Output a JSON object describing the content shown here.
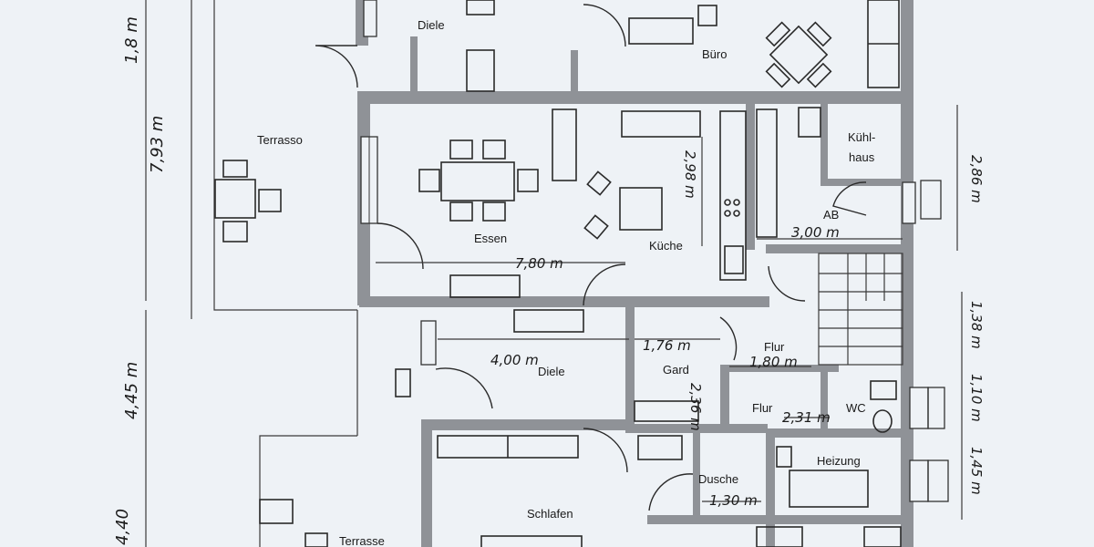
{
  "rooms": {
    "diele_top": "Diele",
    "buero": "Büro",
    "terrasse_top": "Terrasso",
    "kuehlhaus_line1": "Kühl-",
    "kuehlhaus_line2": "haus",
    "ab": "AB",
    "essen": "Essen",
    "kueche": "Küche",
    "flur_upper": "Flur",
    "diele_lower": "Diele",
    "gard": "Gard",
    "flur_lower": "Flur",
    "wc": "WC",
    "heizung": "Heizung",
    "dusche": "Dusche",
    "schlafen": "Schlafen",
    "terrasse_bottom": "Terrasse"
  },
  "dimensions": {
    "d_780": "7,80 m",
    "d_300": "3,00 m",
    "d_400": "4,00 m",
    "d_176": "1,76 m",
    "d_180": "1,80 m",
    "d_231": "2,31 m",
    "d_130": "1,30 m",
    "d_298": "2,98 m",
    "d_236_gard": "2,36 m",
    "left_793": "7,93 m",
    "left_445": "4,45 m",
    "left_440": "4,40",
    "right_286": "2,86 m",
    "right_138": "1,38 m",
    "right_110": "1,10 m",
    "right_145": "1,45 m",
    "top_corner": "1,8 m"
  }
}
